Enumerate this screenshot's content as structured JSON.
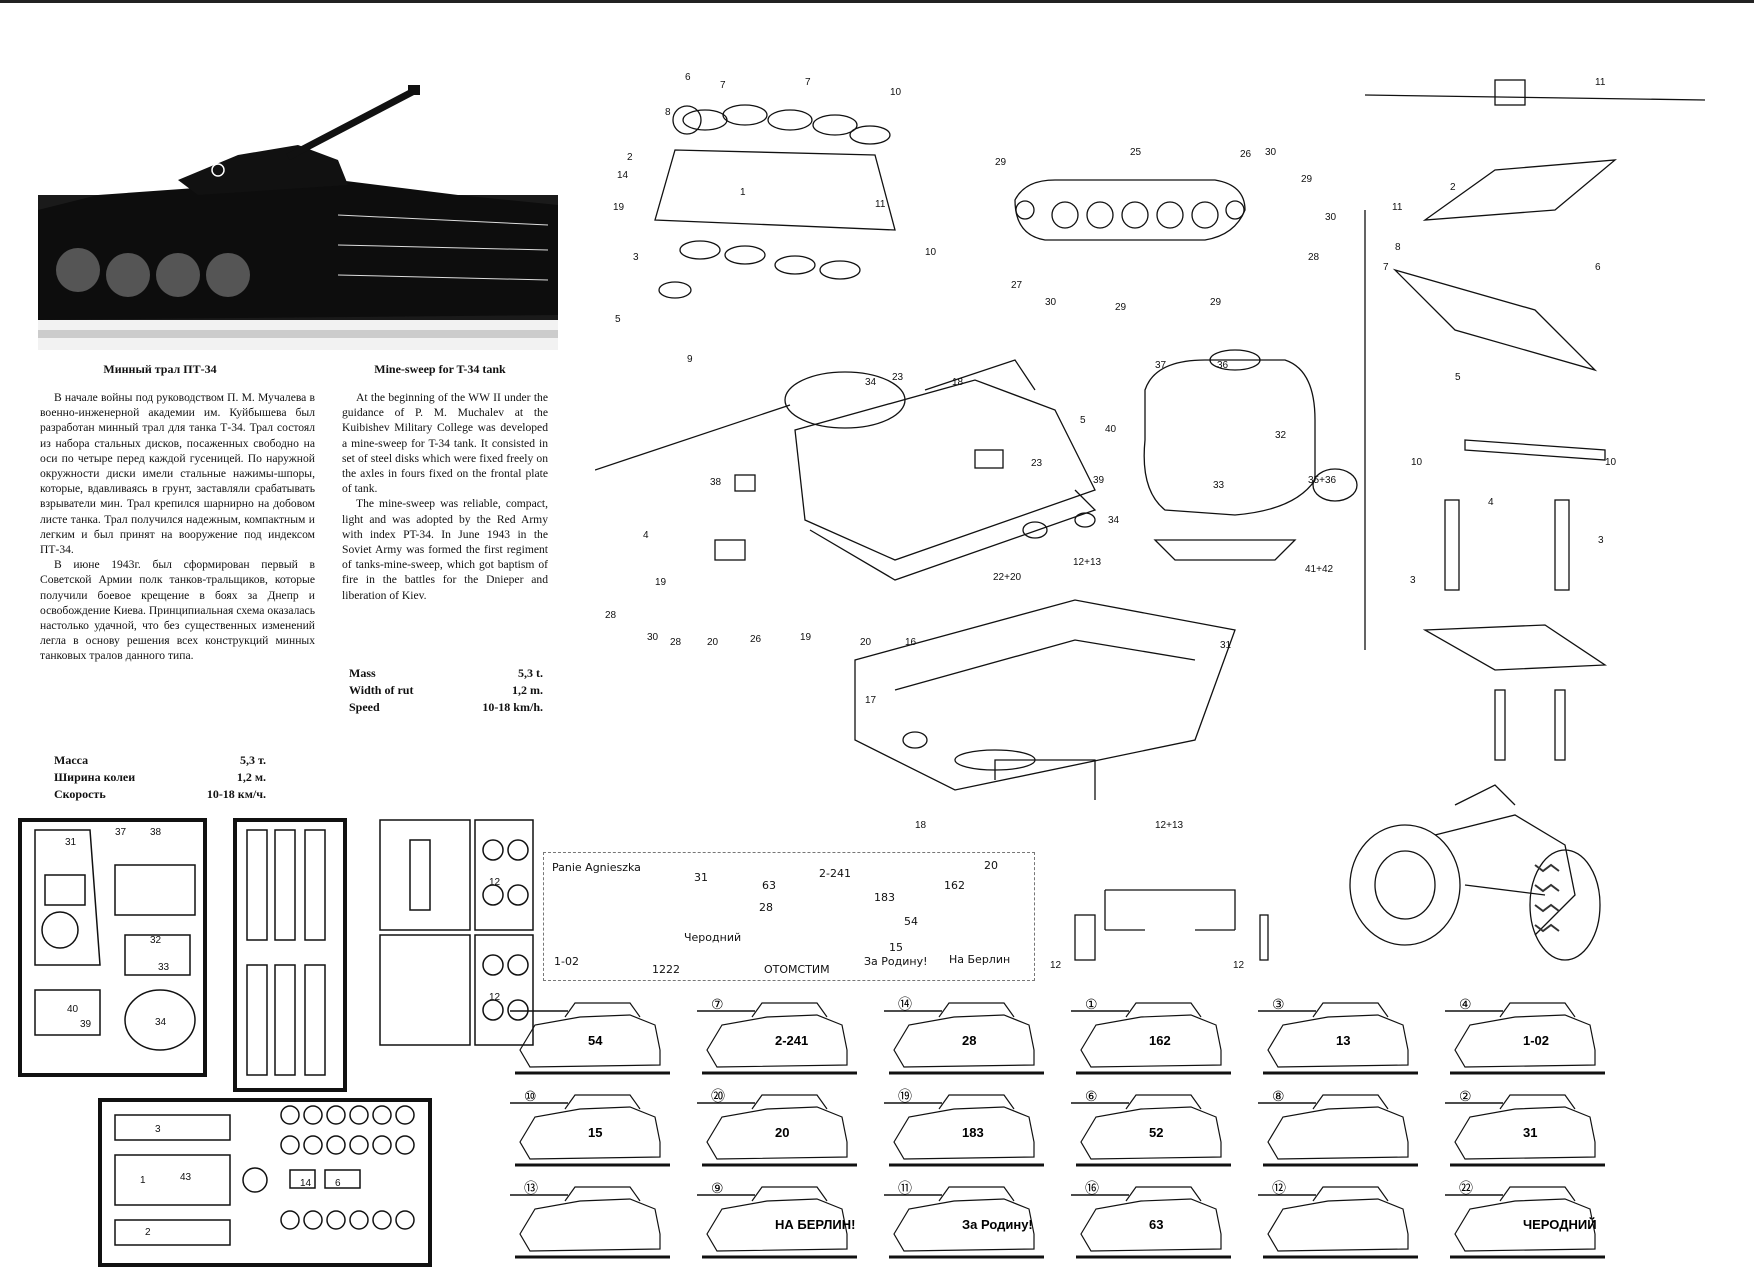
{
  "ru": {
    "title": "Минный трал ПТ-34",
    "paragraphs": [
      "В начале войны под руководством П. М. Мучалева в военно-инженерной академии им. Куйбышева был разработан минный трал для танка Т-34. Трал состоял из набора стальных дисков, посаженных свободно на оси по четыре перед каждой гусеницей. По наружной окружности диски имели стальные нажимы-шпоры, которые, вдавливаясь в грунт, заставляли срабатывать взрыватели мин. Трал крепился шарнирно на добовом листе танка. Трал получился надежным, компактным и легким и был принят на вооружение под индексом ПТ-34.",
      "В июне 1943г. был сформирован первый в Советской Армии полк танков-тральщиков, которые получили боевое крещение в боях за Днепр и освобождение Киева. Принципиальная схема оказалась настолько удачной, что без существенных изменений легла в основу решения всех конструкций минных танковых тралов данного типа."
    ],
    "specs": [
      {
        "label": "Масса",
        "value": "5,3 т."
      },
      {
        "label": "Ширина колеи",
        "value": "1,2 м."
      },
      {
        "label": "Скорость",
        "value": "10-18 км/ч."
      }
    ]
  },
  "en": {
    "title": "Mine-sweep for T-34 tank",
    "paragraphs": [
      "At the beginning of the WW II under the guidance of P. M. Muchalev at the Kuibishev Military College was developed a mine-sweep for T-34 tank. It consisted in set of steel disks which were fixed freely on the axles in fours fixed on the frontal plate of tank.",
      "The mine-sweep was reliable, compact, light and was adopted by the Red Army with index PT-34. In June 1943 in the Soviet Army was formed the first regiment of tanks-mine-sweep, which got baptism of fire in the battles for the Dnieper and liberation of Kiev."
    ],
    "specs": [
      {
        "label": "Mass",
        "value": "5,3 t."
      },
      {
        "label": "Width of rut",
        "value": "1,2 m."
      },
      {
        "label": "Speed",
        "value": "10-18 km/h."
      }
    ]
  },
  "decals": {
    "sheet": [
      "Panie Agnieszka",
      "31",
      "63",
      "2-241",
      "162",
      "20",
      "183",
      "28",
      "54",
      "1-02",
      "Черодний",
      "15",
      "За Родину!",
      "На Берлин",
      "ОТОМСТИМ",
      "1222"
    ],
    "profiles": [
      {
        "num": "",
        "tag": "54"
      },
      {
        "num": "⑦",
        "tag": "2-241"
      },
      {
        "num": "⑭",
        "tag": "28"
      },
      {
        "num": "①",
        "tag": "162"
      },
      {
        "num": "③",
        "tag": "13"
      },
      {
        "num": "④",
        "tag": "1-02"
      },
      {
        "num": "⑩",
        "tag": "15"
      },
      {
        "num": "⑳",
        "tag": "20"
      },
      {
        "num": "⑲",
        "tag": "183"
      },
      {
        "num": "⑥",
        "tag": "52"
      },
      {
        "num": "⑧",
        "tag": ""
      },
      {
        "num": "②",
        "tag": "31"
      },
      {
        "num": "⑬",
        "tag": ""
      },
      {
        "num": "⑨",
        "tag": "НА БЕРЛИН!"
      },
      {
        "num": "⑪",
        "tag": "За Родину!"
      },
      {
        "num": "⑯",
        "tag": "63"
      },
      {
        "num": "⑫",
        "tag": ""
      },
      {
        "num": "㉒",
        "tag": "ЧЕРОДНИЙ"
      }
    ]
  },
  "part_labels": {
    "wheel_assembly": [
      "6",
      "7",
      "7",
      "10",
      "8",
      "2",
      "14",
      "19",
      "1",
      "3",
      "5",
      "11",
      "9",
      "6",
      "7",
      "10"
    ],
    "track": [
      "25",
      "28",
      "29",
      "30",
      "30",
      "28",
      "26",
      "27",
      "29"
    ],
    "hull": [
      "34",
      "23",
      "18",
      "5",
      "38",
      "4",
      "19",
      "23",
      "28",
      "20",
      "26",
      "18",
      "20",
      "16",
      "22+20",
      "12+13"
    ],
    "turret": [
      "37",
      "36",
      "40",
      "32",
      "39",
      "33",
      "35+36",
      "34",
      "41+42"
    ],
    "chassis": [
      "31",
      "17",
      "18",
      "12+13"
    ],
    "sweep_frames": [
      "11",
      "2",
      "11",
      "8",
      "7",
      "6",
      "5",
      "10",
      "10",
      "4",
      "3",
      "3"
    ],
    "sprues": [
      "31",
      "37",
      "38",
      "32",
      "33",
      "34",
      "40",
      "39",
      "3",
      "1",
      "43",
      "14",
      "6",
      "12",
      "12",
      "12",
      "12"
    ]
  }
}
